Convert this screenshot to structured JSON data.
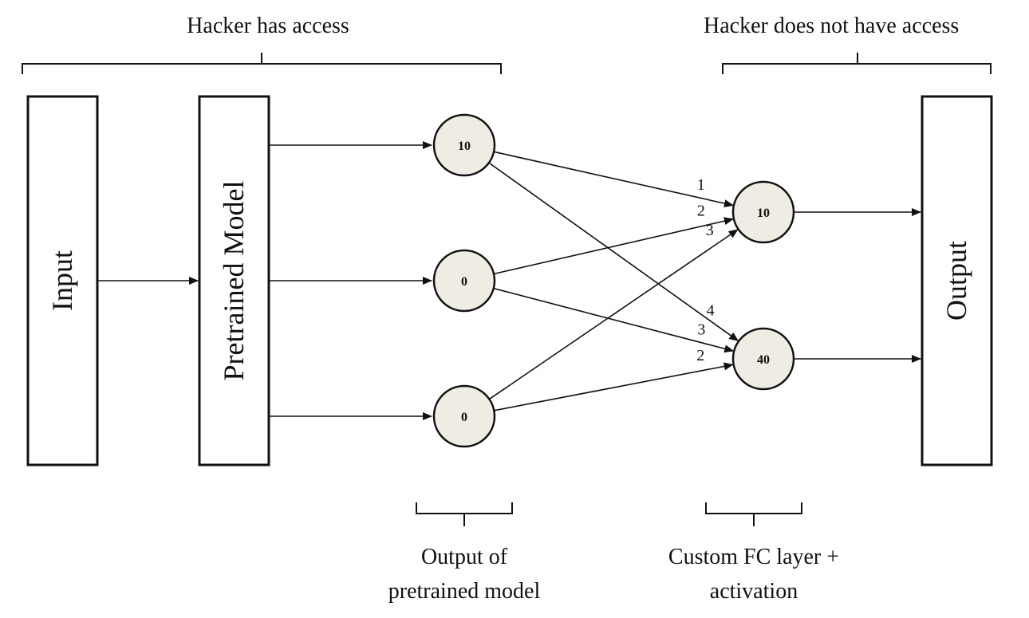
{
  "brackets": {
    "hacker_access": "Hacker has access",
    "hacker_no_access": "Hacker does not have access",
    "output_of_pretrained_line1": "Output of",
    "output_of_pretrained_line2": "pretrained model",
    "custom_fc_line1": "Custom FC layer +",
    "custom_fc_line2": "activation"
  },
  "blocks": {
    "input": "Input",
    "pretrained_model": "Pretrained Model",
    "output": "Output"
  },
  "pretrained_outputs": [
    {
      "value": "10"
    },
    {
      "value": "0"
    },
    {
      "value": "0"
    }
  ],
  "fc_nodes": [
    {
      "value": "10"
    },
    {
      "value": "40"
    }
  ],
  "weights": [
    {
      "from": 0,
      "to": 0,
      "label": "1"
    },
    {
      "from": 1,
      "to": 0,
      "label": "2"
    },
    {
      "from": 2,
      "to": 0,
      "label": "3"
    },
    {
      "from": 0,
      "to": 1,
      "label": "4"
    },
    {
      "from": 1,
      "to": 1,
      "label": "3"
    },
    {
      "from": 2,
      "to": 1,
      "label": "2"
    }
  ]
}
